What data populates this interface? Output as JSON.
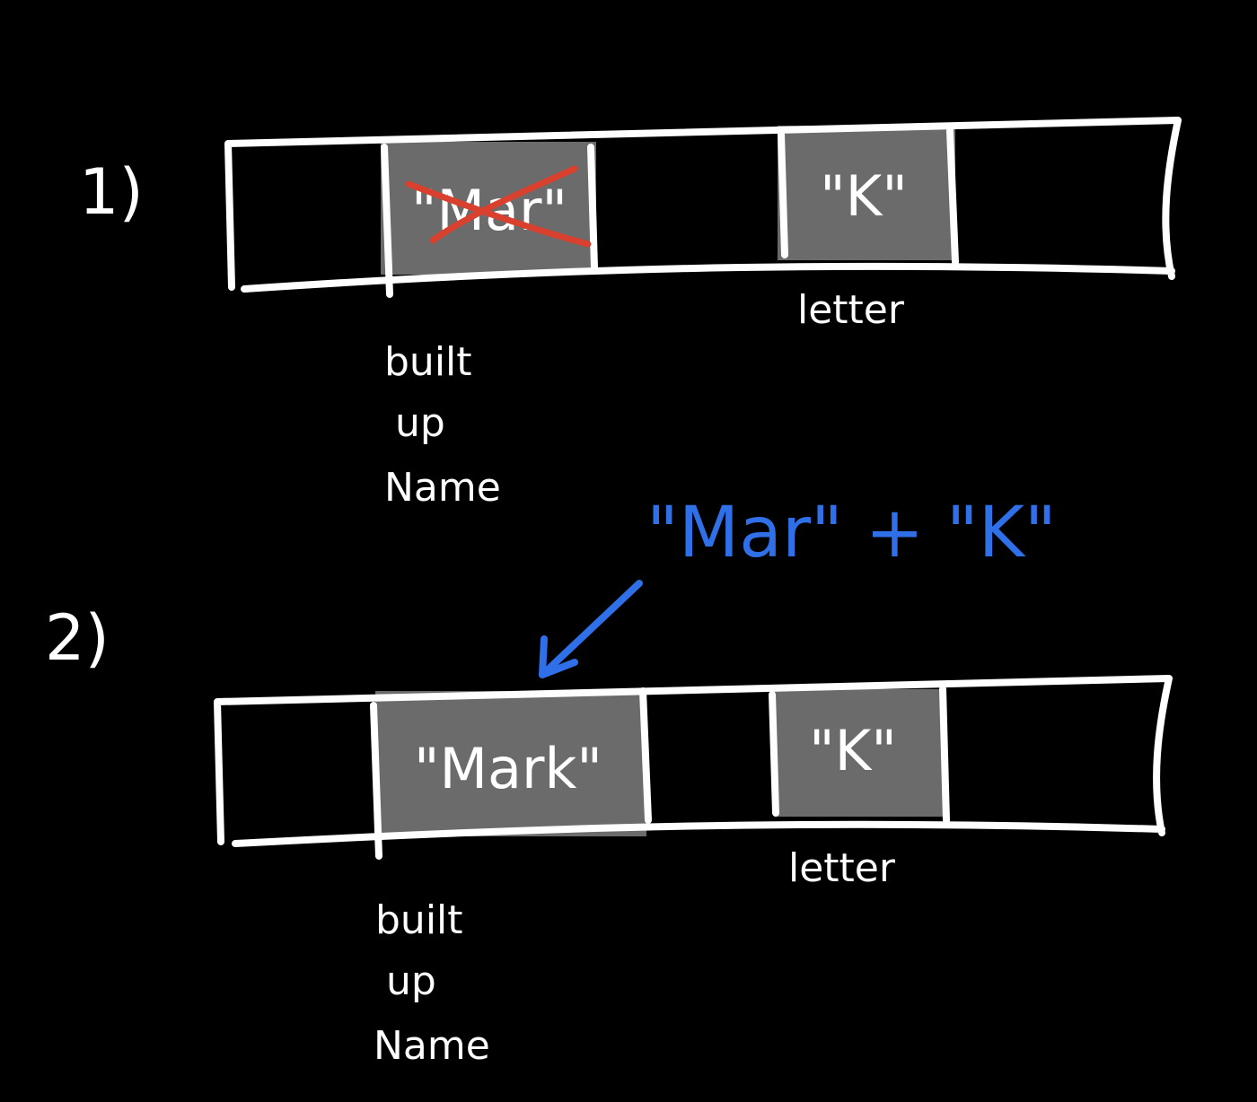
{
  "colors": {
    "background": "#000000",
    "stroke": "#ffffff",
    "cell_fill": "#6b6b6b",
    "strike": "#d9402e",
    "annotation": "#2f6fe8"
  },
  "step1": {
    "number": "1)",
    "name_cell_text": "\"Mar\"",
    "letter_cell_text": "\"K\"",
    "name_label_line1": "built",
    "name_label_line2": "up",
    "name_label_line3": "Name",
    "letter_label": "letter"
  },
  "annotation": {
    "expression": "\"Mar\" + \"K\""
  },
  "step2": {
    "number": "2)",
    "name_cell_text": "\"Mark\"",
    "letter_cell_text": "\"K\"",
    "name_label_line1": "built",
    "name_label_line2": "up",
    "name_label_line3": "Name",
    "letter_label": "letter"
  }
}
